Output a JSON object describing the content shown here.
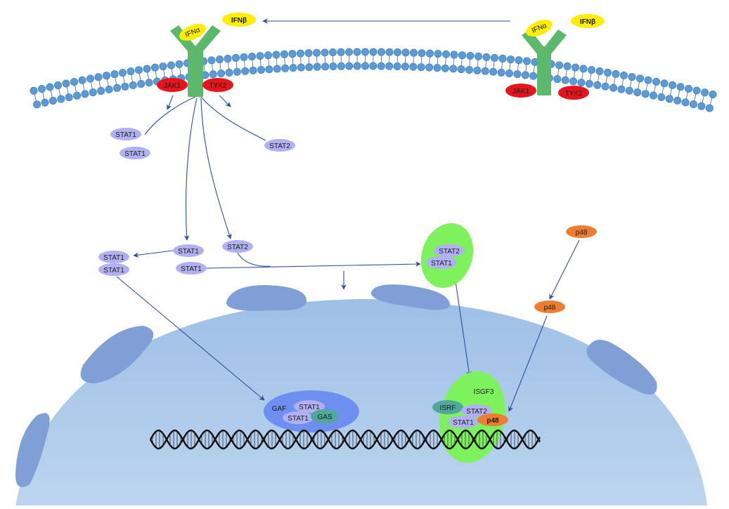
{
  "colors": {
    "stat": "#b0b0f2",
    "jak_tyk": "#e8141c",
    "ifn": "#ffee00",
    "receptor": "#5cb86a",
    "membrane_bead": "#5b9bd5",
    "nucleus": "#a9c6e8",
    "pore": "#7f9fd6",
    "isgf3": "#7ef25c",
    "gaf": "#6f8ff0",
    "gas_isrf": "#4fa89a",
    "p48": "#ed7d31",
    "arrow": "#2f4f99"
  },
  "ligands": [
    {
      "id": "ifnb-free",
      "label": "IFNβ"
    },
    {
      "id": "ifna-left",
      "label": "IFNα"
    },
    {
      "id": "ifna-right",
      "label": "IFNα"
    },
    {
      "id": "ifnb-right",
      "label": "IFNβ"
    }
  ],
  "kinases": [
    {
      "id": "jak1-left",
      "label": "JAK1"
    },
    {
      "id": "tyk2-left",
      "label": "TYK2"
    },
    {
      "id": "jak1-right",
      "label": "JAK1"
    },
    {
      "id": "tyk2-right",
      "label": "TYK2"
    }
  ],
  "stats": [
    {
      "id": "stat1-a",
      "label": "STAT1"
    },
    {
      "id": "stat1-b",
      "label": "STAT1"
    },
    {
      "id": "stat2-a",
      "label": "STAT2"
    },
    {
      "id": "stat1-c",
      "label": "STAT1"
    },
    {
      "id": "stat2-b",
      "label": "STAT2"
    },
    {
      "id": "stat1-d",
      "label": "STAT1"
    },
    {
      "id": "stat1-e",
      "label": "STAT1"
    },
    {
      "id": "stat1-f",
      "label": "STAT1"
    },
    {
      "id": "stat2-c",
      "label": "STAT2"
    },
    {
      "id": "stat1-g",
      "label": "STAT1"
    }
  ],
  "p48": [
    {
      "id": "p48-a",
      "label": "p48"
    },
    {
      "id": "p48-b",
      "label": "p48"
    }
  ],
  "nuclear": {
    "gaf_label": "GAF",
    "gaf_stat1_top": "STAT1",
    "gaf_stat1_bottom": "STAT1",
    "gas_label": "GAS",
    "isgf3_label": "ISGF3",
    "isrf_label": "ISRF",
    "isgf3_stat2": "STAT2",
    "isgf3_stat1": "STAT1",
    "isgf3_p48": "p48"
  }
}
